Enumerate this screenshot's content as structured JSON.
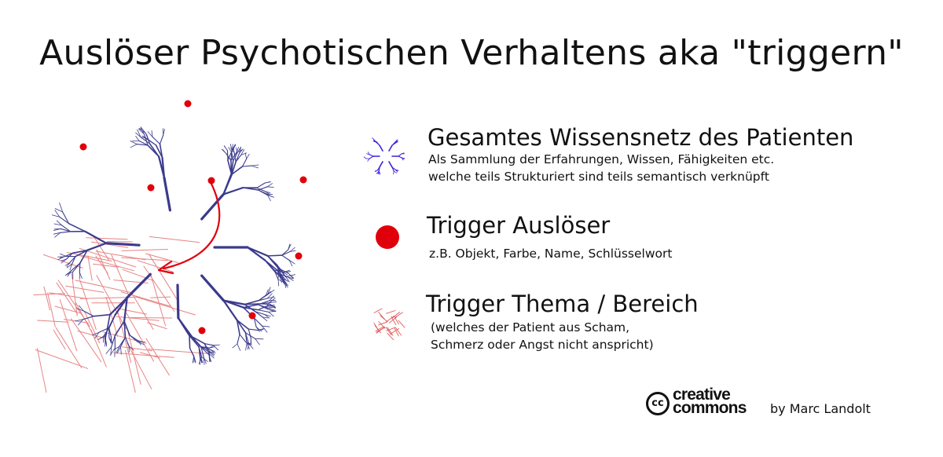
{
  "title": "Auslöser Psychotischen Verhaltens aka \"triggern\"",
  "colors": {
    "network": "#3b3a8c",
    "trigger_dot": "#e0000a",
    "trigger_area": "#e05a5a",
    "network_icon": "#3a22d8"
  },
  "legend": [
    {
      "icon": "knowledge-network-icon",
      "heading": "Gesamtes Wissensnetz des Patienten",
      "description": [
        "Als Sammlung der Erfahrungen, Wissen, Fähigkeiten etc.",
        "welche teils Strukturiert sind teils semantisch verknüpft"
      ]
    },
    {
      "icon": "trigger-dot-icon",
      "heading": "Trigger Auslöser",
      "description": [
        "z.B. Objekt, Farbe, Name, Schlüsselwort"
      ]
    },
    {
      "icon": "hatched-area-icon",
      "heading": "Trigger Thema / Bereich",
      "description": [
        "(welches der Patient aus Scham,",
        "Schmerz oder Angst nicht anspricht)"
      ]
    }
  ],
  "footer": {
    "cc_symbol": "cc",
    "cc_line1": "creative",
    "cc_line2": "commons",
    "byline": "by Marc Landolt"
  }
}
